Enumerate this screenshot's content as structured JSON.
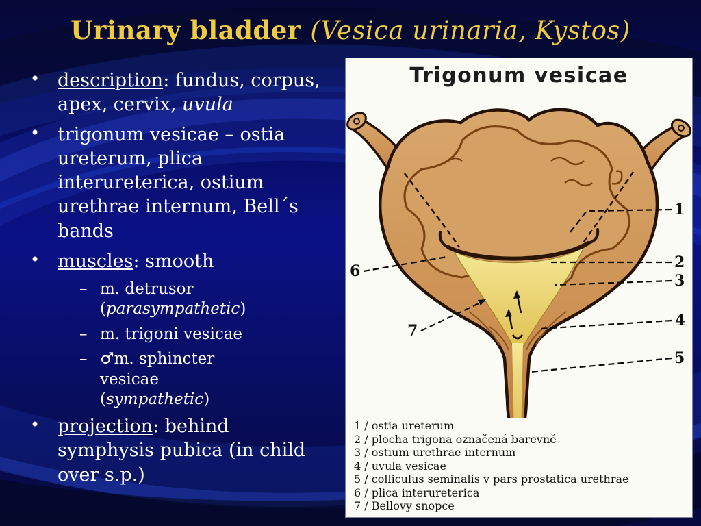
{
  "slide": {
    "title": {
      "main": "Urinary bladder ",
      "sub": "(Vesica urinaria, Kystos)"
    },
    "bullets": [
      {
        "marker": "•",
        "segments": [
          {
            "t": "description"
          },
          {
            "t": ": fundus, corpus, apex, cervix, "
          },
          {
            "t": "uvula"
          }
        ]
      },
      {
        "marker": "•",
        "segments": [
          {
            "t": "trigonum vesicae – ostia ureterum, plica interureterica, ostium urethrae internum, Bell´s bands"
          }
        ]
      },
      {
        "marker": "•",
        "segments": [
          {
            "t": "muscles"
          },
          {
            "t": ": smooth"
          }
        ]
      },
      {
        "marker": "–",
        "segments": [
          {
            "t": "m. detrusor ("
          },
          {
            "t": "parasympathetic"
          },
          {
            "t": ")"
          }
        ]
      },
      {
        "marker": "–",
        "segments": [
          {
            "t": "m. trigoni vesicae"
          }
        ]
      },
      {
        "marker": "–",
        "segments": [
          {
            "t": "♂m. sphincter vesicae ("
          },
          {
            "t": "sympathetic"
          },
          {
            "t": ")"
          }
        ]
      },
      {
        "marker": "•",
        "segments": [
          {
            "t": "projection"
          },
          {
            "t": ": behind symphysis pubica (in child over s.p.)"
          }
        ]
      }
    ]
  },
  "figure": {
    "title": "Trigonum vesicae",
    "numbers": [
      "1",
      "2",
      "3",
      "4",
      "5",
      "6",
      "7"
    ],
    "legend": [
      "1 / ostia ureterum",
      "2 / plocha trigona označená barevně",
      "3 / ostium urethrae internum",
      "4 / uvula vesicae",
      "5 / colliculus seminalis v pars prostatica urethrae",
      "6 / plica interureterica",
      "7 / Bellovy snopce"
    ]
  },
  "colors": {
    "background": "#060a44",
    "title_text": "#f0cc3c",
    "body_text": "#ffffff",
    "panel": "#fcfcf6",
    "bladder_tan": "#d29a60",
    "trigone_yellow": "#eedd7a",
    "outline": "#241204"
  }
}
